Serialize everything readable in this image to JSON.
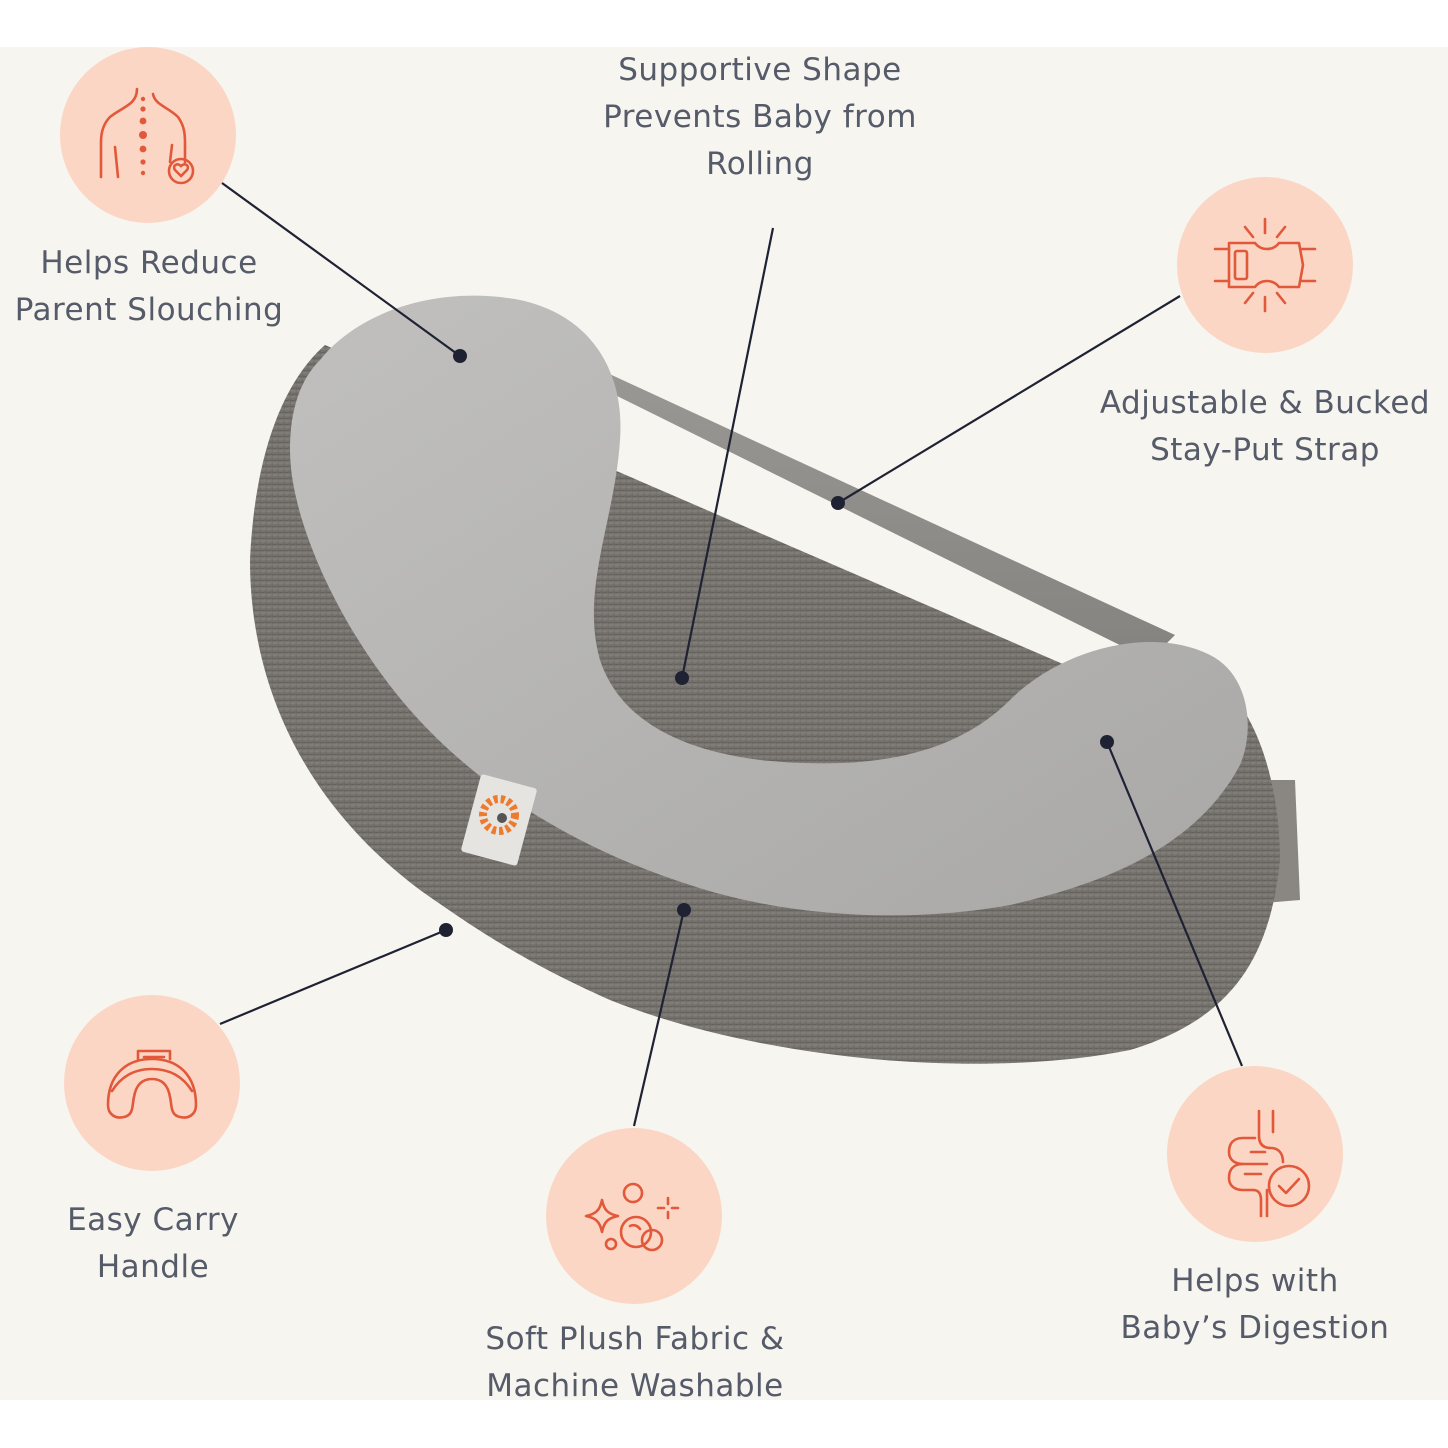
{
  "colors": {
    "background": "#f7f5f0",
    "badge": "#fbd6c4",
    "icon_stroke": "#e2583a",
    "label_text": "#565b69",
    "callout_line": "#1f2233",
    "pillow_top": "#b7b6b4",
    "pillow_side": "#7b7874",
    "strap": "#8e8c88"
  },
  "product": {
    "brand_tag": "ergobaby"
  },
  "features": [
    {
      "id": "slouching",
      "icon": "spine-back-heart-icon",
      "lines": [
        "Helps Reduce",
        "Parent Slouching"
      ]
    },
    {
      "id": "shape",
      "icon": "none",
      "lines": [
        "Supportive Shape",
        "Prevents Baby from",
        "Rolling"
      ]
    },
    {
      "id": "strap",
      "icon": "buckle-icon",
      "lines": [
        "Adjustable & Bucked",
        "Stay-Put Strap"
      ]
    },
    {
      "id": "handle",
      "icon": "pillow-handle-icon",
      "lines": [
        "Easy Carry",
        "Handle"
      ]
    },
    {
      "id": "fabric",
      "icon": "sparkle-bubbles-icon",
      "lines": [
        "Soft Plush Fabric &",
        "Machine Washable"
      ]
    },
    {
      "id": "digestion",
      "icon": "intestine-check-icon",
      "lines": [
        "Helps with",
        "Baby’s Digestion"
      ]
    }
  ]
}
